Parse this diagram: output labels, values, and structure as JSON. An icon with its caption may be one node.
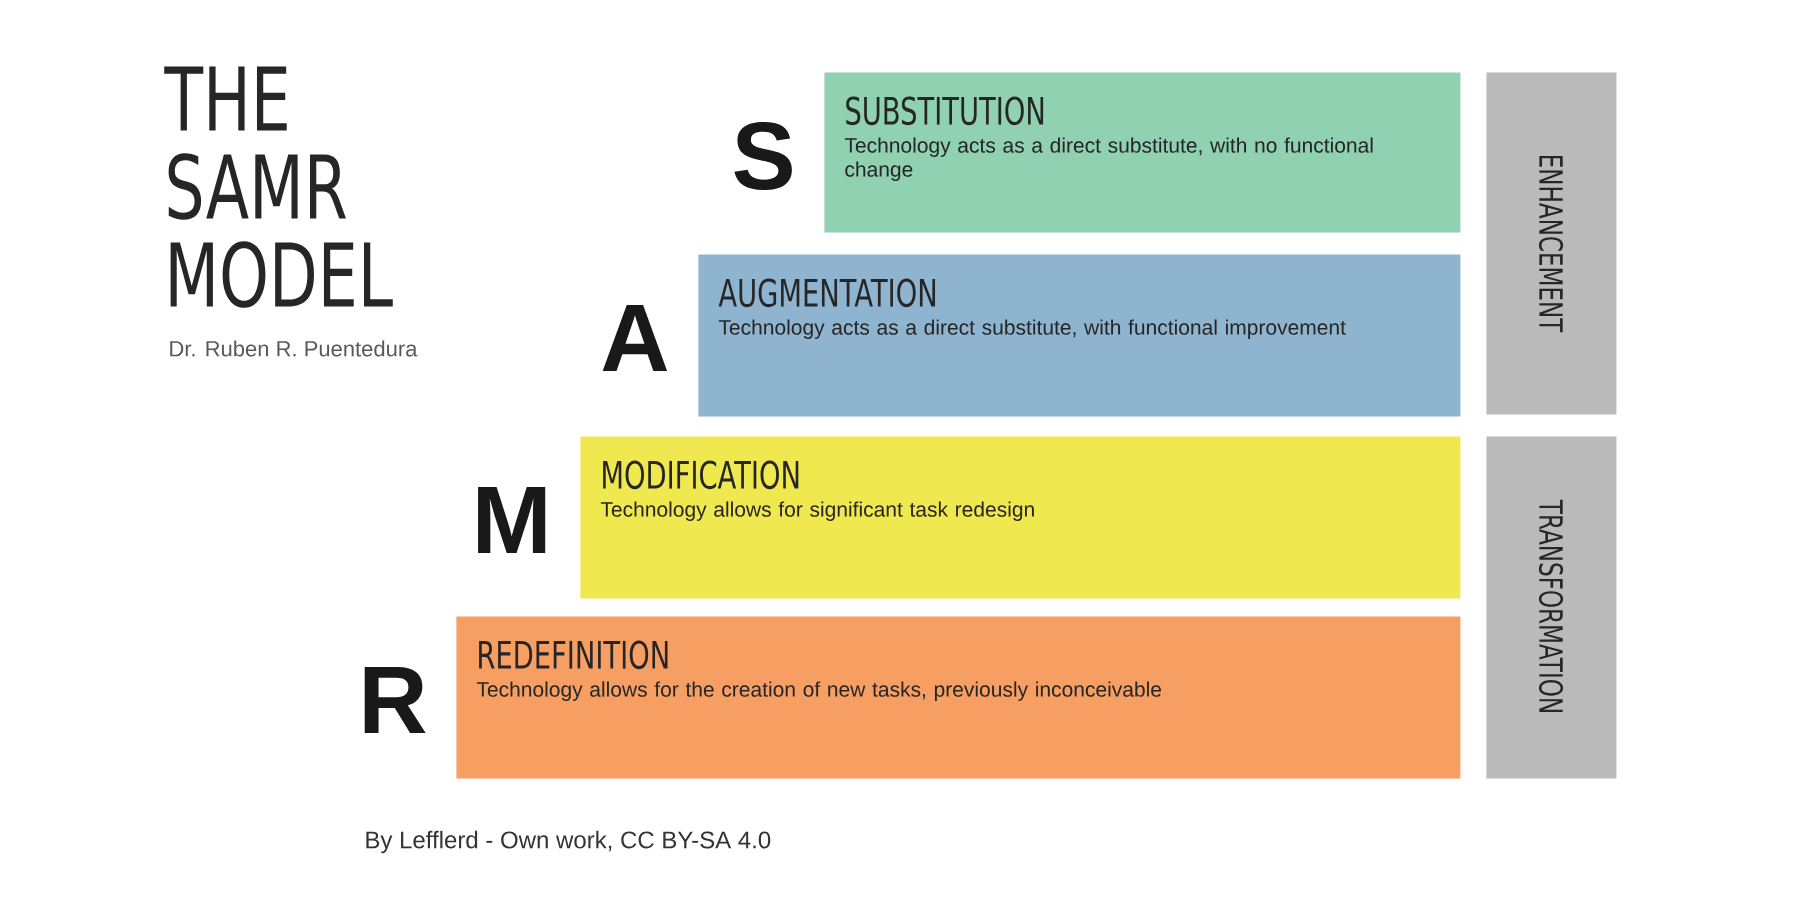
{
  "diagram": {
    "title": "THE SAMR MODEL",
    "nodes": [
      {
        "text": [
          "SUBSTITUTION",
          "Technology acts as a direct substitute, with no functional change"
        ],
        "beside": [
          "S"
        ]
      },
      {
        "text": [
          "AUGMENTATION",
          "Technology acts as a direct substitute, with functional improvement"
        ],
        "beside": [
          "A"
        ]
      },
      {
        "text": [
          "MODIFICATION",
          "Technology allows for significant task redesign"
        ],
        "beside": [
          "M"
        ]
      },
      {
        "text": [
          "REDEFINITION",
          "Technology allows for the creation of new tasks, previously inconceivable"
        ],
        "beside": [
          "R"
        ]
      },
      {
        "text": [
          "ENHANCEMENT"
        ]
      },
      {
        "text": [
          "TRANSFORMATION"
        ]
      }
    ],
    "labels": [
      "Dr. Ruben R. Puentedura",
      "By Lefflerd - Own work, CC BY-SA 4.0"
    ]
  }
}
